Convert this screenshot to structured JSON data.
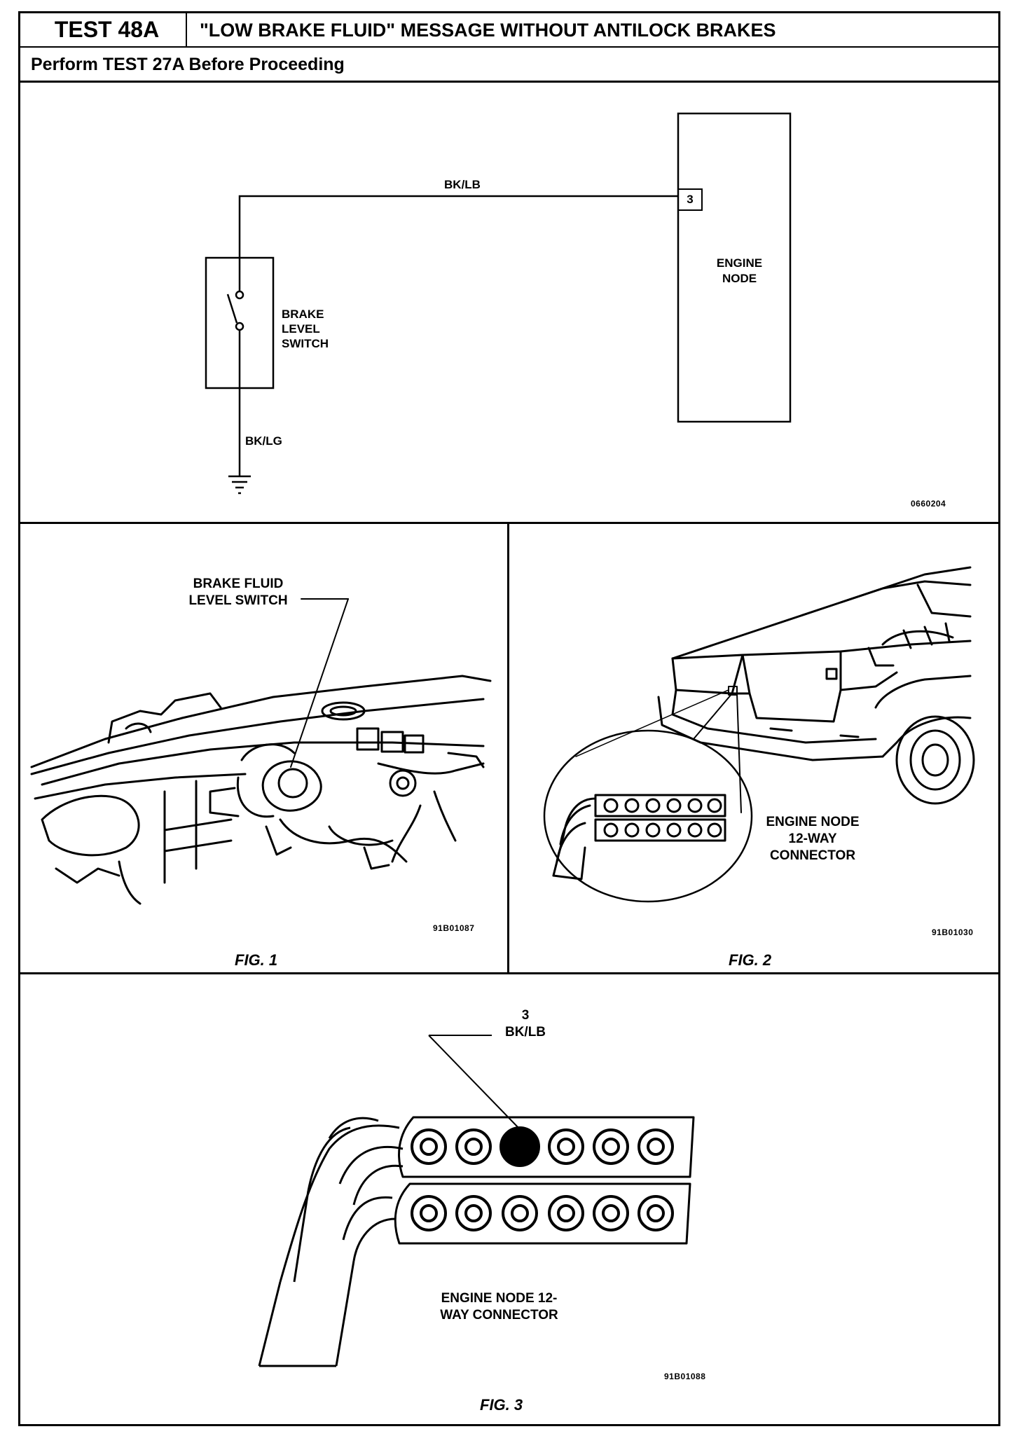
{
  "header": {
    "test_id": "TEST 48A",
    "title": "\"LOW BRAKE FLUID\" MESSAGE WITHOUT ANTILOCK BRAKES",
    "prerequisite": "Perform TEST 27A Before Proceeding"
  },
  "schematic": {
    "wire_top": "BK/LB",
    "pin": "3",
    "module_label": "ENGINE NODE",
    "switch_label": "BRAKE LEVEL SWITCH",
    "wire_bottom": "BK/LG",
    "code": "0660204"
  },
  "fig1": {
    "callout": "BRAKE FLUID LEVEL SWITCH",
    "code": "91B01087",
    "caption": "FIG. 1"
  },
  "fig2": {
    "callout": "ENGINE NODE 12-WAY CONNECTOR",
    "code": "91B01030",
    "caption": "FIG. 2"
  },
  "fig3": {
    "pin": "3",
    "wire": "BK/LB",
    "callout": "ENGINE NODE 12-WAY CONNECTOR",
    "code": "91B01088",
    "caption": "FIG. 3"
  }
}
